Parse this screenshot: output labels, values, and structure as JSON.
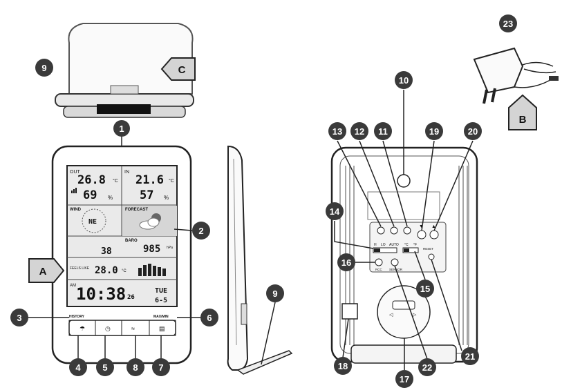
{
  "front": {
    "out_label": "OUT",
    "out_temp": "26.8",
    "out_temp_unit": "°C",
    "out_humidity": "69",
    "out_humidity_unit": "%",
    "in_label": "IN",
    "in_temp": "21.6",
    "in_temp_unit": "°C",
    "in_humidity": "57",
    "in_humidity_unit": "%",
    "wind_label": "WIND",
    "wind_direction": "NE",
    "forecast_label": "FORECAST",
    "baro_label": "BARO",
    "pressure": "985",
    "pressure_unit": "hPa",
    "gust_value": "38",
    "feels_like_label": "FEELS LIKE",
    "feels_like_value": "28.0",
    "feels_like_unit": "°C",
    "am_label": "AM",
    "time": "10:38",
    "seconds": "26",
    "weekday": "TUE",
    "date": "6-5",
    "history_label": "HISTORY",
    "maxmin_label": "MAX/MIN"
  },
  "back": {
    "switch_labels": [
      "H",
      "LO",
      "AUTO"
    ],
    "unit_labels": [
      "°C",
      "°F"
    ],
    "rcc_label": "RCC",
    "sensor_label": "SENSOR",
    "reset_label": "RESET"
  },
  "callouts": [
    "1",
    "2",
    "3",
    "4",
    "5",
    "6",
    "7",
    "8",
    "9",
    "9",
    "10",
    "11",
    "12",
    "13",
    "14",
    "15",
    "16",
    "17",
    "18",
    "19",
    "20",
    "21",
    "22",
    "23"
  ],
  "tags": [
    "A",
    "B",
    "C"
  ],
  "colors": {
    "callout": "#3a3a3a",
    "tag": "#d4d4d4",
    "line": "#222222"
  }
}
